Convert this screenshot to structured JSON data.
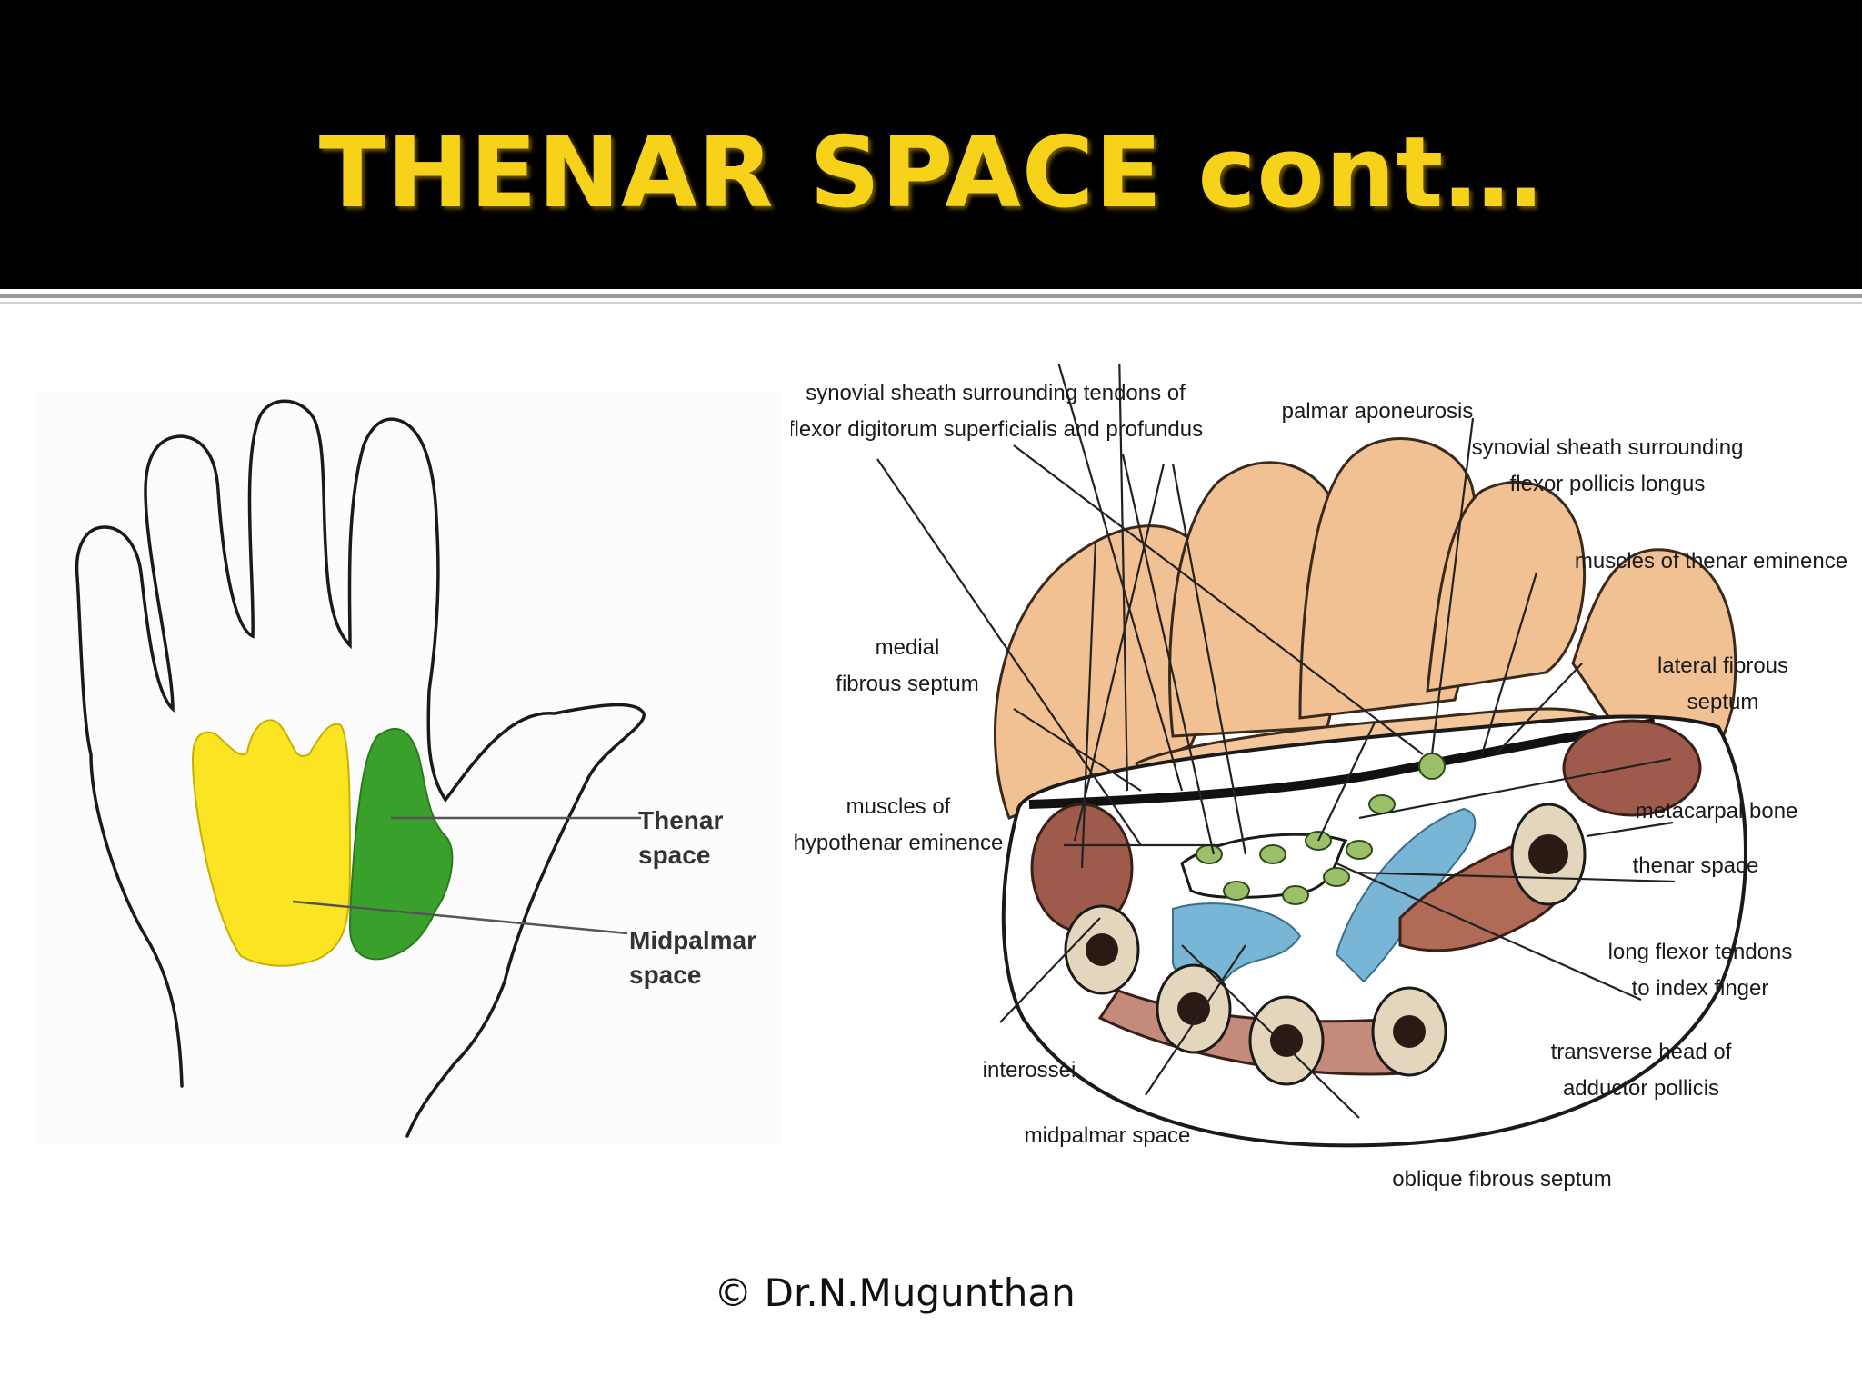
{
  "slide": {
    "title": "THENAR SPACE cont…",
    "credit": "© Dr.N.Mugunthan"
  },
  "left_figure": {
    "labels": {
      "thenar_line1": "Thenar",
      "thenar_line2": "space",
      "midpalmar_line1": "Midpalmar",
      "midpalmar_line2": "space"
    },
    "colors": {
      "yellow_region": "#fbe421",
      "green_region": "#3aa02c"
    }
  },
  "right_figure": {
    "labels": {
      "synovial_sheath_fdsp_line1": "synovial sheath surrounding tendons of",
      "synovial_sheath_fdsp_line2": "flexor digitorum superficialis and profundus",
      "palmar_aponeurosis": "palmar aponeurosis",
      "synovial_sheath_fpl_line1": "synovial sheath surrounding",
      "synovial_sheath_fpl_line2": "flexor pollicis longus",
      "muscles_thenar_eminence": "muscles of thenar eminence",
      "medial_fibrous_septum_line1": "medial",
      "medial_fibrous_septum_line2": "fibrous septum",
      "lateral_fibrous_septum_line1": "lateral fibrous",
      "lateral_fibrous_septum_line2": "septum",
      "muscles_hypothenar_line1": "muscles of",
      "muscles_hypothenar_line2": "hypothenar eminence",
      "metacarpal_bone": "metacarpal bone",
      "thenar_space": "thenar space",
      "long_flexor_line1": "long flexor tendons",
      "long_flexor_line2": "to index finger",
      "transverse_head_line1": "transverse head of",
      "transverse_head_line2": "adductor pollicis",
      "interossei": "interossei",
      "midpalmar_space": "midpalmar space",
      "oblique_fibrous_septum": "oblique fibrous septum"
    },
    "colors": {
      "skin": "#f1c193",
      "muscle": "#9e5a4a",
      "bone": "#e3d6bd",
      "space_blue": "#79b6d5",
      "tendon_green": "#9cc06a"
    }
  }
}
